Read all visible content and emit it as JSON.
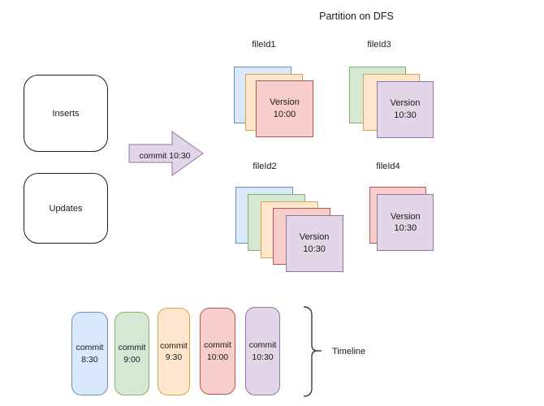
{
  "title": "Partition on DFS",
  "left_panel": {
    "inserts_label": "Inserts",
    "updates_label": "Updates"
  },
  "arrow": {
    "label": "commit 10:30",
    "color": "purple"
  },
  "palette": {
    "blue": {
      "fill": "#dae8fc",
      "stroke": "#6c8ebf"
    },
    "green": {
      "fill": "#d5e8d4",
      "stroke": "#82b366"
    },
    "orange": {
      "fill": "#ffe6cc",
      "stroke": "#d6a550"
    },
    "pink": {
      "fill": "#f8cecc",
      "stroke": "#b85450"
    },
    "purple": {
      "fill": "#e1d5e7",
      "stroke": "#9673a6"
    }
  },
  "files": [
    {
      "label": "fileId1",
      "layers": [
        "blue",
        "orange",
        "pink"
      ],
      "version_line1": "Version",
      "version_line2": "10:00"
    },
    {
      "label": "fileId2",
      "layers": [
        "blue",
        "green",
        "orange",
        "pink",
        "purple"
      ],
      "version_line1": "Version",
      "version_line2": "10:30"
    },
    {
      "label": "fileId3",
      "layers": [
        "green",
        "orange",
        "purple"
      ],
      "version_line1": "Version",
      "version_line2": "10:30"
    },
    {
      "label": "fileId4",
      "layers": [
        "pink",
        "purple"
      ],
      "version_line1": "Version",
      "version_line2": "10:30"
    }
  ],
  "timeline": {
    "label": "Timeline",
    "commits": [
      {
        "line1": "commit",
        "line2": "8:30",
        "color": "blue"
      },
      {
        "line1": "commit",
        "line2": "9:00",
        "color": "green"
      },
      {
        "line1": "commit",
        "line2": "9:30",
        "color": "orange"
      },
      {
        "line1": "commit",
        "line2": "10:00",
        "color": "pink"
      },
      {
        "line1": "commit",
        "line2": "10:30",
        "color": "purple"
      }
    ]
  }
}
